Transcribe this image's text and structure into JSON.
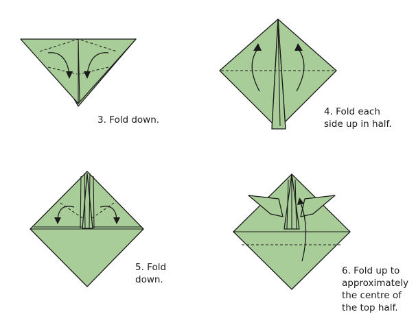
{
  "steps": [
    {
      "id": 3,
      "caption": "3. Fold down."
    },
    {
      "id": 4,
      "caption": "4. Fold each\nside up in half."
    },
    {
      "id": 5,
      "caption": "5. Fold\ndown."
    },
    {
      "id": 6,
      "caption": "6. Fold up to\napproximately\nthe centre of\nthe top half."
    }
  ],
  "colors": {
    "paper": "#a9cd98",
    "line": "#1a1a1a",
    "background": "#ffffff"
  }
}
